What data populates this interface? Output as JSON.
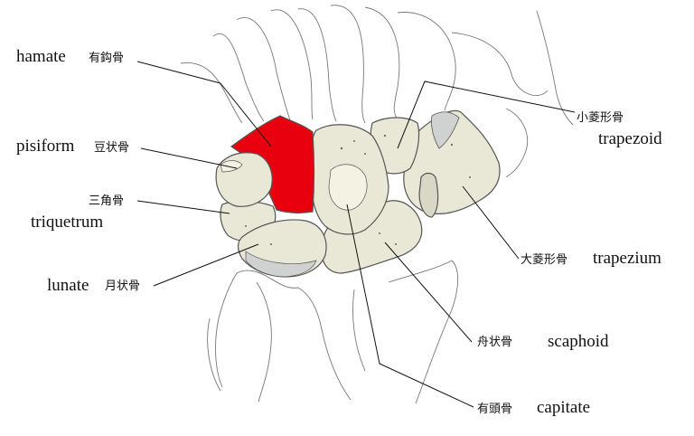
{
  "colors": {
    "highlight": "#e8000f",
    "bone_fill": "#e9e8d6",
    "bone_shadow": "#bdbcaa",
    "outline": "#555555",
    "leader": "#111111"
  },
  "labels": {
    "hamate": {
      "en": "hamate",
      "jp": "有鈎骨"
    },
    "pisiform": {
      "en": "pisiform",
      "jp": "豆状骨"
    },
    "triquetrum": {
      "en": "triquetrum",
      "jp": "三角骨"
    },
    "lunate": {
      "en": "lunate",
      "jp": "月状骨"
    },
    "trapezoid": {
      "en": "trapezoid",
      "jp": "小菱形骨"
    },
    "trapezium": {
      "en": "trapezium",
      "jp": "大菱形骨"
    },
    "scaphoid": {
      "en": "scaphoid",
      "jp": "舟状骨"
    },
    "capitate": {
      "en": "capitate",
      "jp": "有頭骨"
    }
  }
}
